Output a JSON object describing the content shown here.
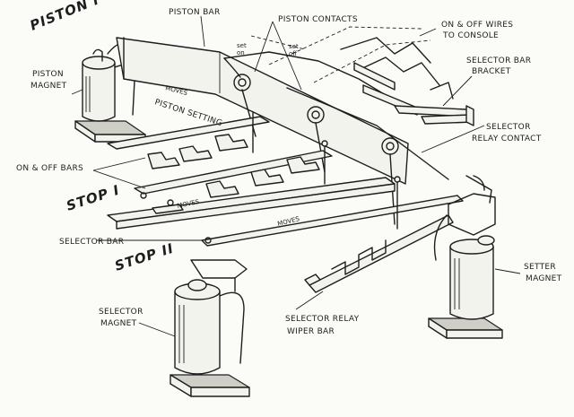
{
  "labels": {
    "piston_i": "PISTON I",
    "piston_bar": "PISTON BAR",
    "piston_contacts": "PISTON CONTACTS",
    "on_off_wires_line1": "ON & OFF WIRES",
    "on_off_wires_line2": "TO CONSOLE",
    "piston_magnet_line1": "PISTON",
    "piston_magnet_line2": "MAGNET",
    "set_on_1": "set",
    "set_on_2": "on",
    "set_off_1": "set",
    "set_off_2": "off",
    "moves_1": "MOVES",
    "piston_setting": "PISTON SETTING",
    "selector_bar_bracket_line1": "SELECTOR BAR",
    "selector_bar_bracket_line2": "BRACKET",
    "selector_relay_contact_line1": "SELECTOR",
    "selector_relay_contact_line2": "RELAY CONTACT",
    "on_off_bars": "ON & OFF BARS",
    "stop_i": "STOP I",
    "moves_2": "MOVES",
    "moves_3": "MOVES",
    "selector_bar": "SELECTOR BAR",
    "stop_ii": "STOP II",
    "setter_magnet_line1": "SETTER",
    "setter_magnet_line2": "MAGNET",
    "selector_magnet_line1": "SELECTOR",
    "selector_magnet_line2": "MAGNET",
    "selector_relay_wiper_line1": "SELECTOR RELAY",
    "selector_relay_wiper_line2": "WIPER BAR"
  }
}
